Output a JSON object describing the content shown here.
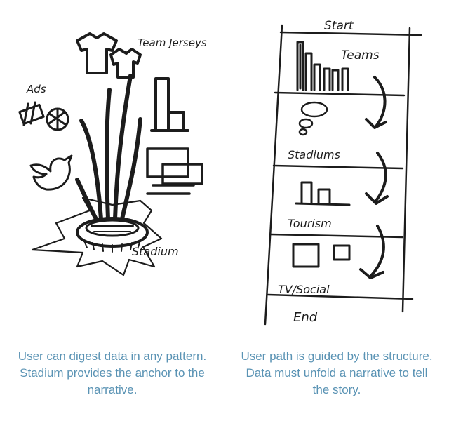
{
  "left_sketch": {
    "labels": {
      "team_jerseys": "Team Jerseys",
      "ads": "Ads",
      "stadium": "Stadium"
    },
    "caption": "User can digest data in any pattern. Stadium provides the anchor to the narrative."
  },
  "right_sketch": {
    "labels": {
      "start": "Start",
      "teams": "Teams",
      "stadiums": "Stadiums",
      "tourism": "Tourism",
      "tv_social": "TV/Social",
      "end": "End"
    },
    "caption": "User path is guided by the structure. Data must unfold a narrative to tell the story."
  },
  "colors": {
    "ink": "#1c1c1c",
    "caption": "#5a93b4",
    "background": "#ffffff"
  }
}
